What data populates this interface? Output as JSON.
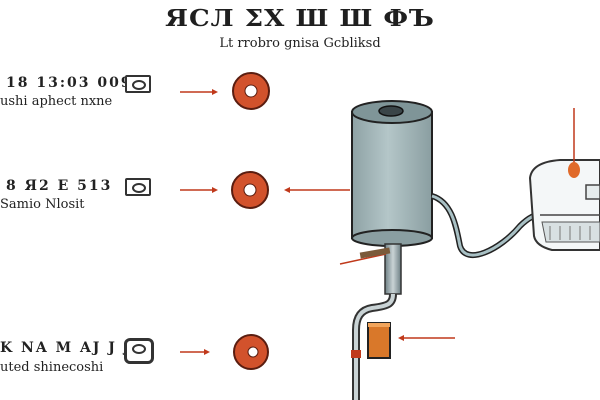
{
  "header": {
    "title": "ЯСЛ ΣХ Ш Ш ФЪ",
    "subtitle": "Lt rrobro gnisa Gcbliksd"
  },
  "legend": [
    {
      "code": "18 13:03 009",
      "desc": "ushi aphect nxne"
    },
    {
      "code": "8 Я2 E 513",
      "desc": "Samio Nlosit"
    },
    {
      "code": "K NA M AJ J J",
      "desc": "uted shinecoshi"
    }
  ],
  "colors": {
    "accent": "#c0391b",
    "tank": "#9fb3b6",
    "tank_top": "#7f9598",
    "pipe": "#7a8c91",
    "valve": "#d9782a",
    "text": "#1a1a1a"
  }
}
